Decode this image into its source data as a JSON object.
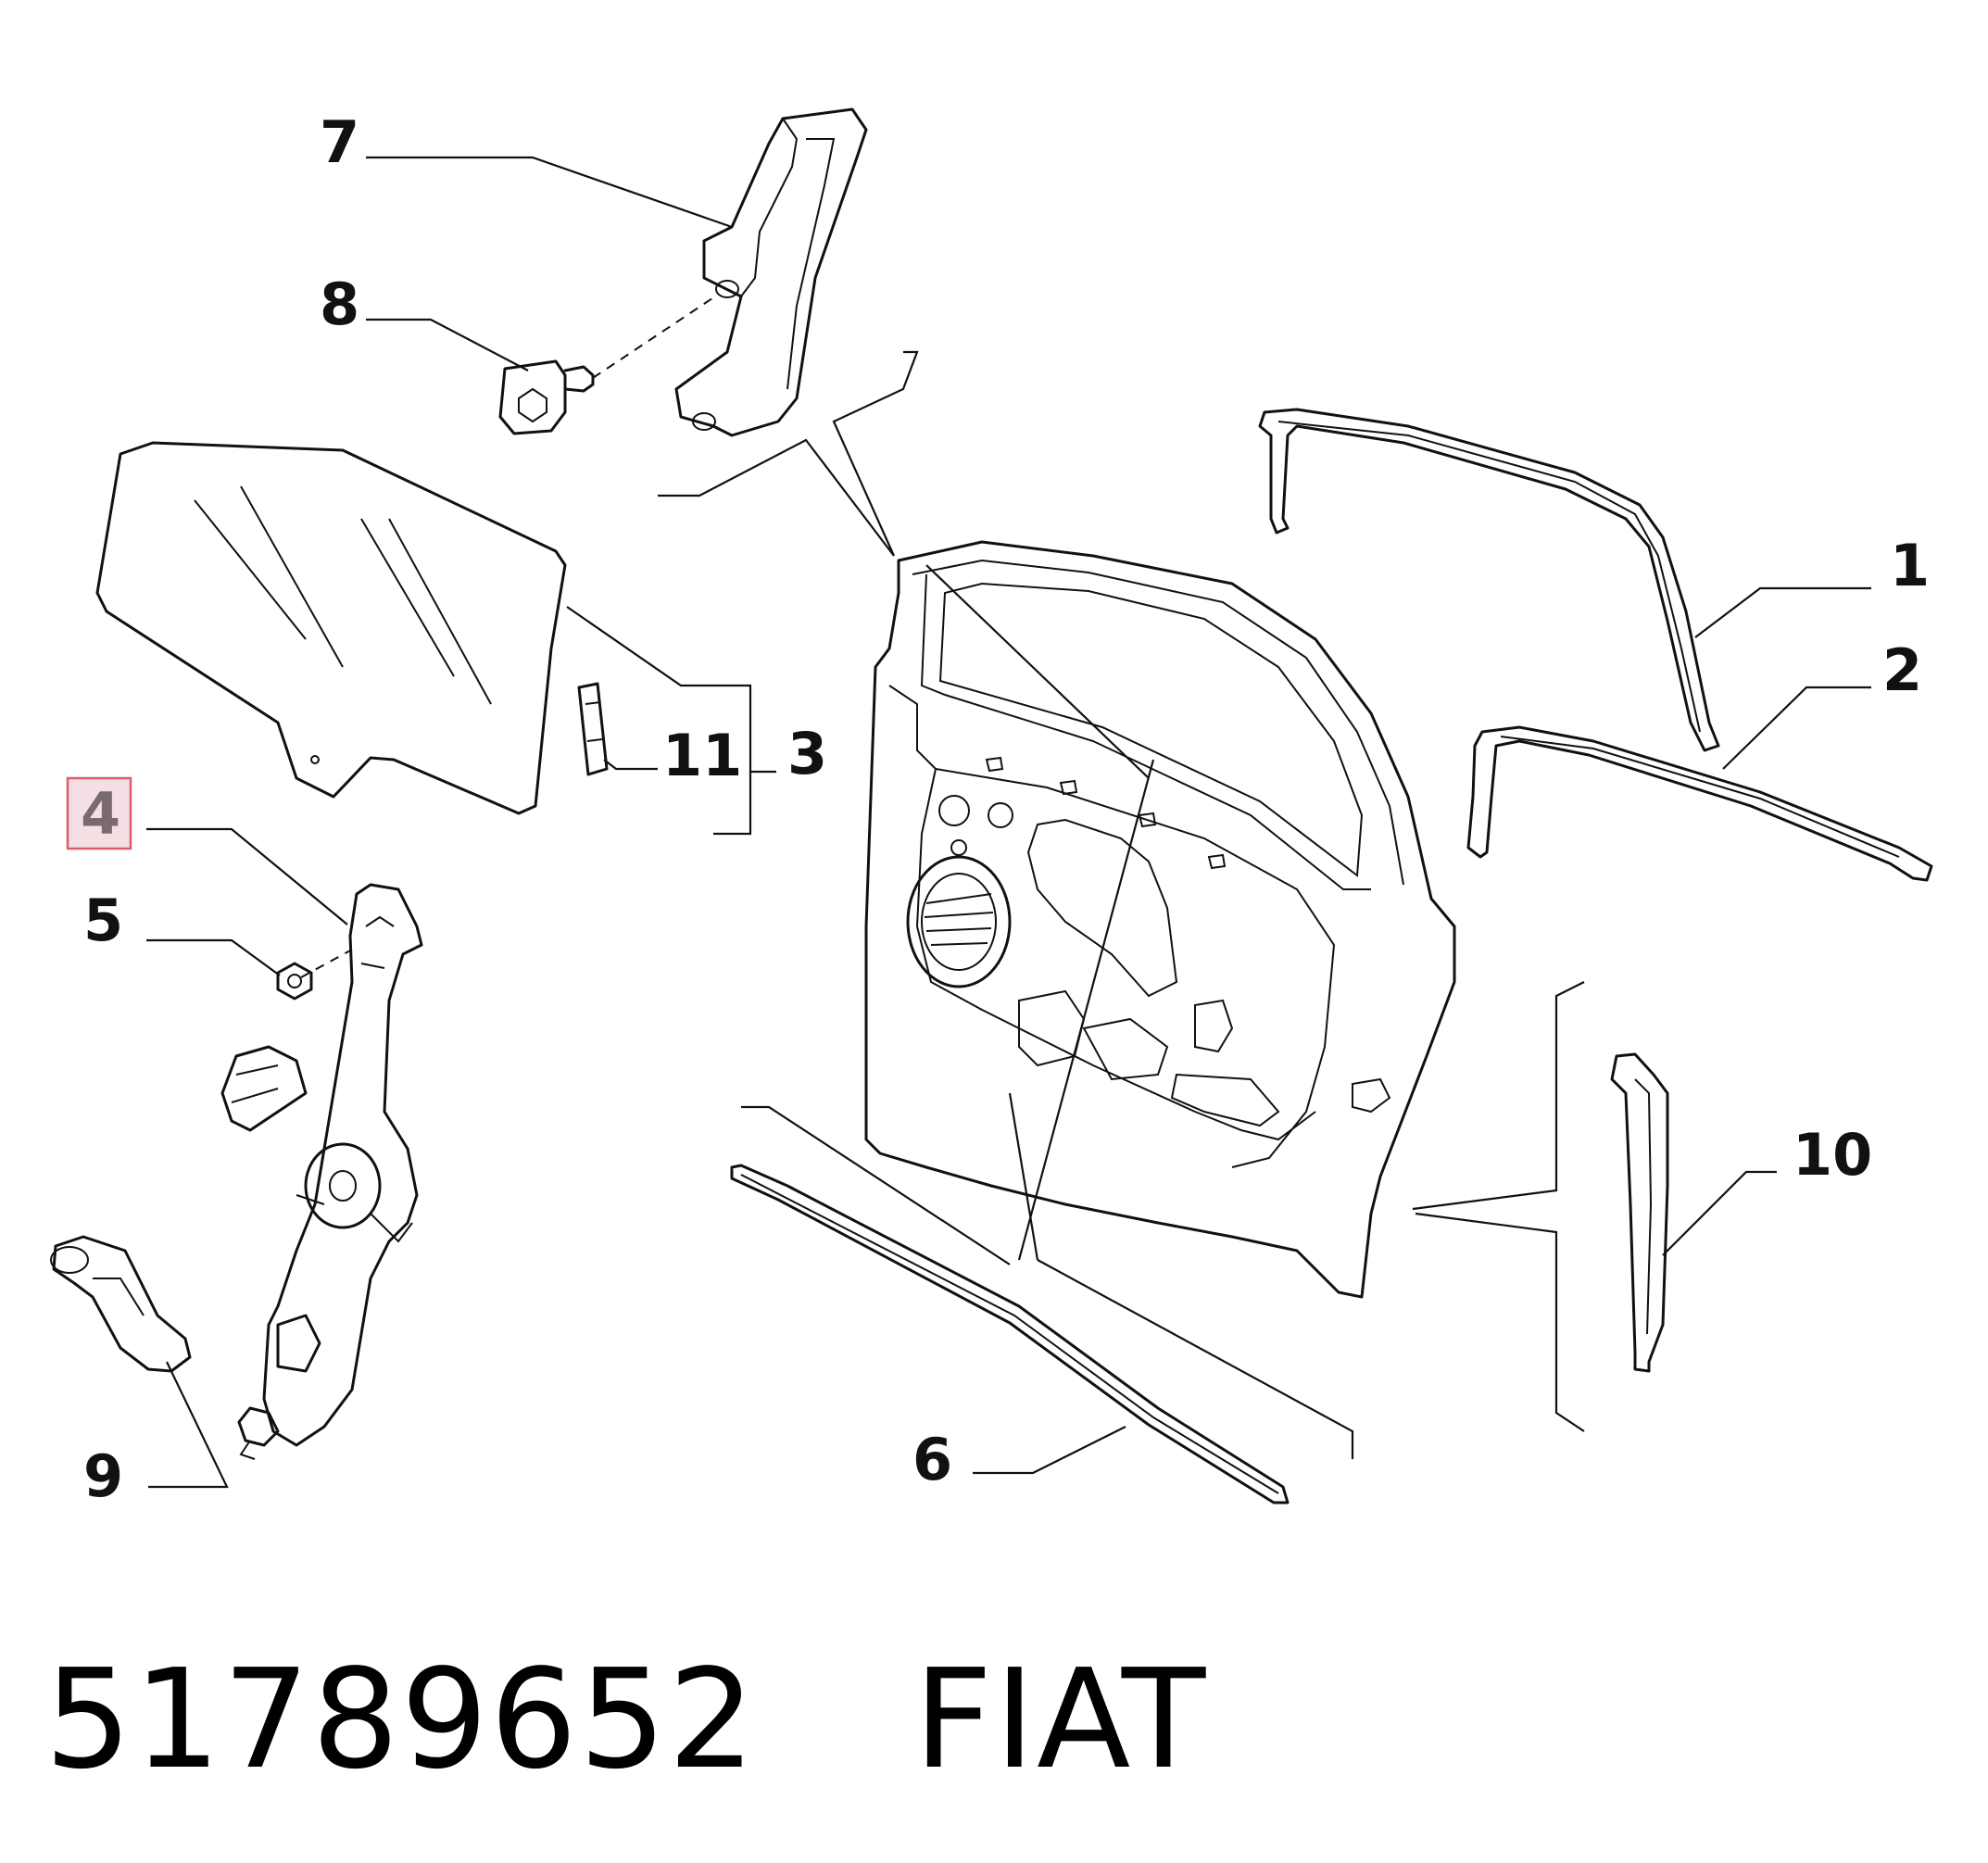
{
  "callouts": {
    "c1": "1",
    "c2": "2",
    "c3": "3",
    "c4": "4",
    "c5": "5",
    "c6": "6",
    "c7": "7",
    "c8": "8",
    "c9": "9",
    "c10": "10",
    "c11": "11"
  },
  "highlighted_callout": "4",
  "footer": {
    "part_number": "51789652",
    "brand": "FIAT"
  },
  "colors": {
    "line": "#111111",
    "highlight_border": "#e05a6e",
    "highlight_fill": "#f6dfe4"
  }
}
